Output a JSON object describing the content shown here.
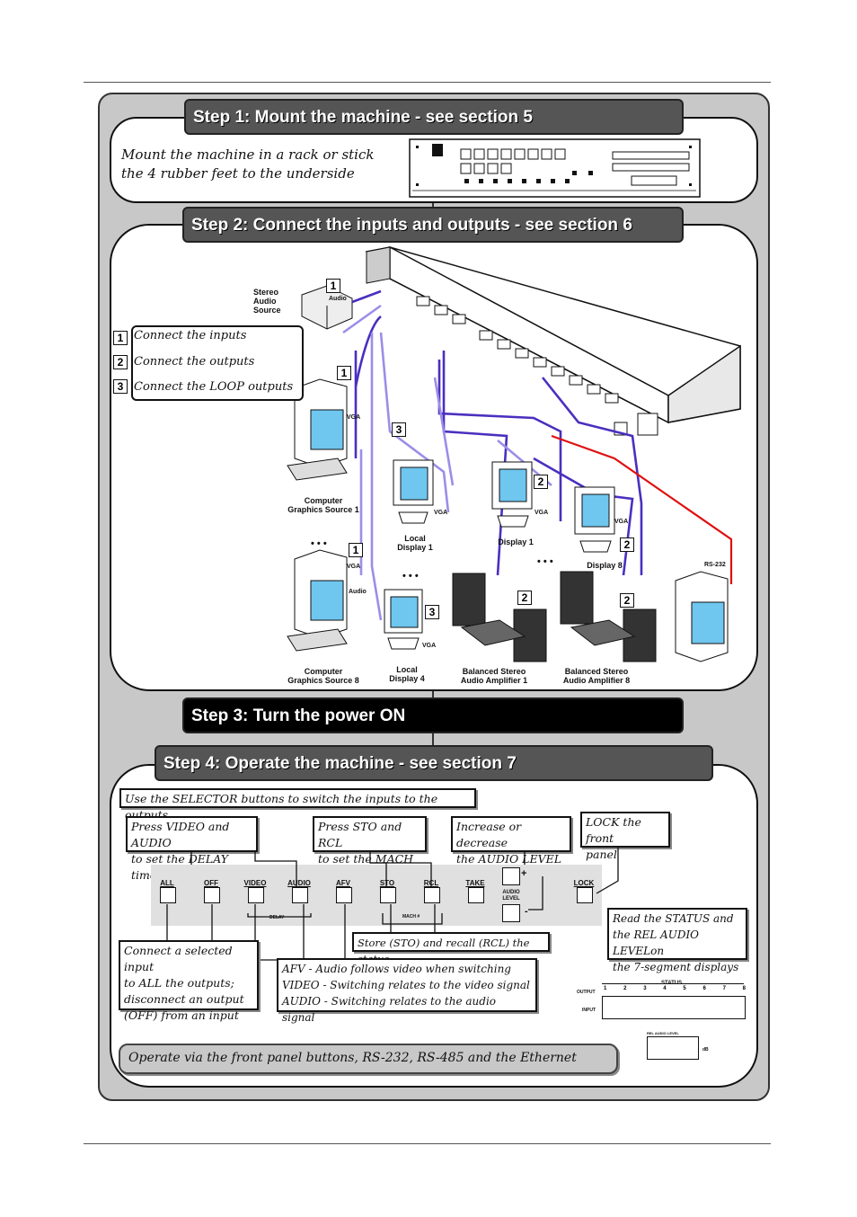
{
  "steps": {
    "step1": {
      "title": "Step 1: Mount the machine - see section 5",
      "text_line1": "Mount the machine in a rack or stick",
      "text_line2": "the 4 rubber feet to the underside"
    },
    "step2": {
      "title": "Step 2: Connect the inputs and outputs - see section 6"
    },
    "step3": {
      "title": "Step 3: Turn the power ON"
    },
    "step4": {
      "title": "Step 4: Operate the machine - see section 7"
    }
  },
  "legend": {
    "items": [
      {
        "num": "1",
        "text": "Connect the inputs"
      },
      {
        "num": "2",
        "text": "Connect the outputs"
      },
      {
        "num": "3",
        "text": "Connect the LOOP outputs"
      }
    ]
  },
  "diagram": {
    "stereo_audio_source": "Stereo\nAudio\nSource",
    "audio_label": "Audio",
    "vga_label": "VGA",
    "computer1": "Computer\nGraphics Source 1",
    "computer8": "Computer\nGraphics Source 8",
    "local_display1": "Local\nDisplay 1",
    "local_display4": "Local\nDisplay 4",
    "display1": "Display 1",
    "display8": "Display 8",
    "amp1": "Balanced Stereo\nAudio Amplifier 1",
    "amp8": "Balanced Stereo\nAudio Amplifier 8",
    "rs232": "RS-232",
    "ellipsis": "• • •",
    "colors": {
      "input": "#4b2fbf",
      "loop": "#9b8ee8",
      "rs232": "#e01010"
    }
  },
  "operate": {
    "selector_note": "Use the SELECTOR buttons to switch the inputs to the outputs",
    "video_audio_note": [
      "Press VIDEO and AUDIO",
      "to set the DELAY time"
    ],
    "sto_rcl_note": [
      "Press STO and RCL",
      "to set the MACH #"
    ],
    "level_note": [
      "Increase or decrease",
      "the AUDIO LEVEL"
    ],
    "lock_note": [
      "LOCK the front",
      "panel"
    ],
    "status_note": [
      "Read the STATUS and",
      "the REL AUDIO LEVELon",
      "the 7-segment displays"
    ],
    "all_off_note": [
      "Connect a selected input",
      "to ALL the outputs;",
      "disconnect an output",
      "(OFF) from an input"
    ],
    "afv_note": [
      "AFV - Audio follows video when switching",
      "VIDEO - Switching relates to the video signal",
      "AUDIO - Switching relates to the audio signal"
    ],
    "store_note": "Store (STO) and recall (RCL) the status",
    "footer_note": "Operate via the front panel buttons, RS-232, RS-485 and the Ethernet",
    "buttons": [
      "ALL",
      "OFF",
      "VIDEO",
      "AUDIO",
      "AFV",
      "STO",
      "RCL",
      "TAKE",
      "LOCK"
    ],
    "delay_label": "DELAY",
    "mach_label": "MACH #",
    "audio_level_label": "AUDIO\nLEVEL",
    "plus": "+",
    "minus": "-",
    "status_label": "STATUS",
    "output_label": "OUTPUT",
    "input_label": "INPUT",
    "output_numbers": [
      "1",
      "2",
      "3",
      "4",
      "5",
      "6",
      "7",
      "8"
    ],
    "rel_audio_label": "REL AUDIO LEVEL",
    "db_label": "dB"
  }
}
